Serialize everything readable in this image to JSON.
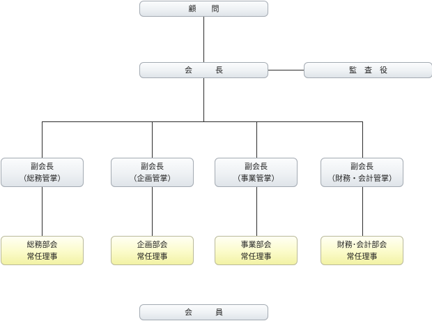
{
  "org_chart": {
    "advisor": "顧　　問",
    "president": "会　　　長",
    "auditor": "監　査　役",
    "vice_presidents": [
      {
        "title": "副会長",
        "scope": "（総務管掌）"
      },
      {
        "title": "副会長",
        "scope": "（企画管掌）"
      },
      {
        "title": "副会長",
        "scope": "（事業管掌）"
      },
      {
        "title": "副会長",
        "scope": "（財務・会計管掌）"
      }
    ],
    "departments": [
      {
        "dept": "総務部会",
        "role": "常任理事"
      },
      {
        "dept": "企画部会",
        "role": "常任理事"
      },
      {
        "dept": "事業部会",
        "role": "常任理事"
      },
      {
        "dept": "財務･会計部会",
        "role": "常任理事"
      }
    ],
    "members": "会　　　員"
  }
}
